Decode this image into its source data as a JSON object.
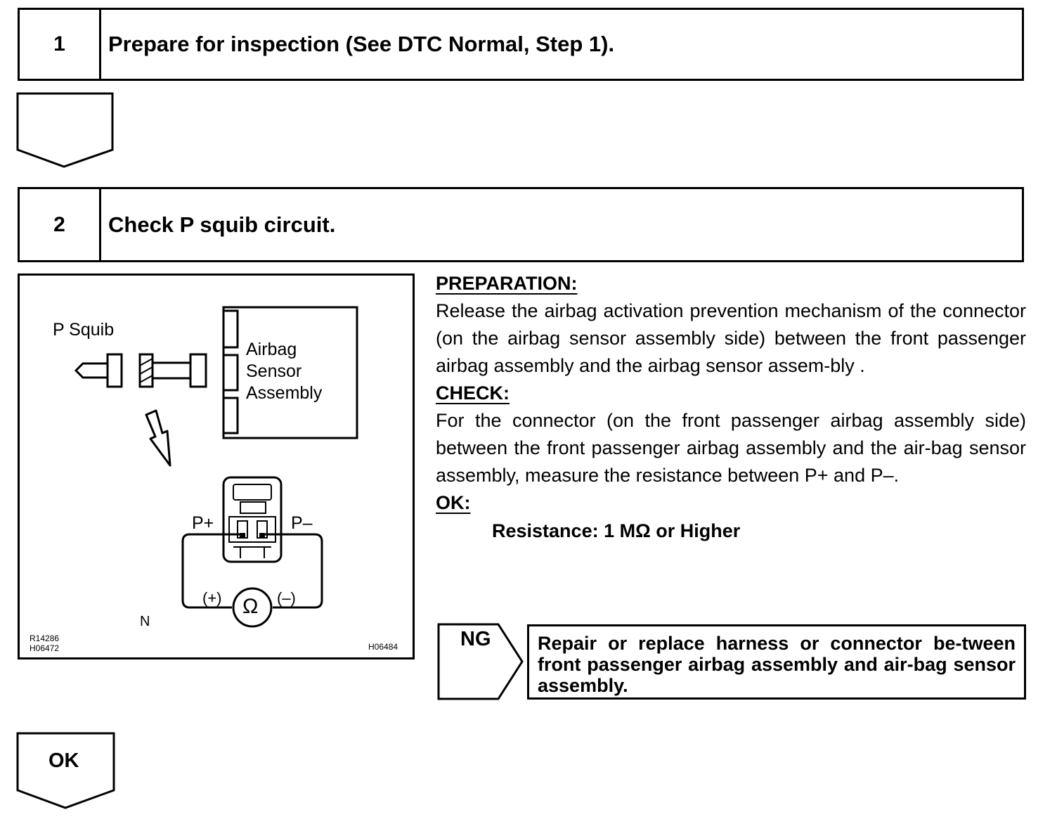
{
  "step1": {
    "number": "1",
    "title": "Prepare for inspection (See DTC Normal, Step 1)."
  },
  "step2": {
    "number": "2",
    "title": "Check P squib circuit."
  },
  "figure": {
    "p_squib_label": "P Squib",
    "sensor_label_line1": "Airbag",
    "sensor_label_line2": "Sensor",
    "sensor_label_line3": "Assembly",
    "p_plus_label": "P+",
    "p_minus_label": "P–",
    "plus_terminal": "(+)",
    "minus_terminal": "(–)",
    "ohm_symbol": "Ω",
    "n_label": "N",
    "ref_code_1": "R14286",
    "ref_code_2": "H06472",
    "ref_code_3": "H06484"
  },
  "preparation": {
    "heading": "PREPARATION:",
    "text": "Release the airbag activation prevention mechanism of the connector (on the airbag sensor assembly side) between the front passenger airbag assembly and the airbag sensor assem-bly ."
  },
  "check": {
    "heading": "CHECK:",
    "text": "For the connector (on the front passenger airbag assembly side) between the front passenger airbag assembly and the air-bag sensor assembly, measure the resistance between P+ and P–."
  },
  "ok_spec": {
    "heading": "OK:",
    "value": "Resistance: 1 MΩ or Higher"
  },
  "ng": {
    "label": "NG",
    "action": "Repair or replace harness or connector be-tween front passenger airbag assembly and air-bag sensor assembly."
  },
  "ok_arrow": {
    "label": "OK"
  }
}
